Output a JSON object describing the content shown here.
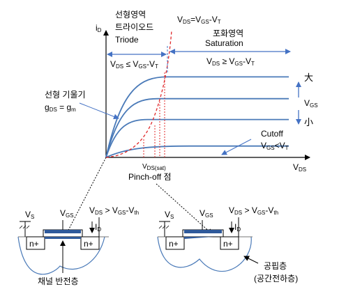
{
  "colors": {
    "curve": "#4a7ab8",
    "arrow": "#4472c4",
    "red_dashed": "#e0282a",
    "axis": "#000000",
    "gate_fill": "#2f5a9b",
    "substrate_line": "#4a7ab8"
  },
  "curve_levels": [
    0.85,
    0.62,
    0.4,
    0.12
  ],
  "labels": {
    "linear_region_kr": "선형영역",
    "triode_kr": "트라이오드",
    "triode_en": "Triode",
    "saturation_kr": "포화영역",
    "saturation_en": "Saturation",
    "vds_eq": {
      "v": "V",
      "ds": "DS",
      "eq": "=V",
      "gs": "GS",
      "tail": "-V",
      "t": "T"
    },
    "iD": {
      "i": "i",
      "d": "D"
    },
    "vds_le": {
      "v": "V",
      "ds": "DS",
      "op": " ≤ V",
      "gs": "GS",
      "tail": "-V",
      "t": "T"
    },
    "vds_ge": {
      "v": "V",
      "ds": "DS",
      "op": " ≥ V",
      "gs": "GS",
      "tail": "-V",
      "t": "T"
    },
    "big_char": "大",
    "small_char": "小",
    "vgs_side": {
      "v": "V",
      "gs": "GS"
    },
    "slope_kr": "선형 기울기",
    "gds_eq": {
      "g": "g",
      "ds": "DS",
      "eq": " = g",
      "m": "m"
    },
    "cutoff": "Cutoff",
    "cutoff_cond": {
      "v": "V",
      "gs": "GS",
      "op": "<V",
      "t": "T"
    },
    "vds_sat": {
      "v": "V",
      "sub": "DS(sat)"
    },
    "vds_axis": {
      "v": "V",
      "ds": "DS"
    },
    "pinch_off": "Pinch-off 점",
    "channel_inversion": "채널 반전층",
    "depletion": "공핍층",
    "depletion_sub": "(공간전하층)"
  },
  "device": {
    "vs": {
      "v": "V",
      "s": "S"
    },
    "vgs": {
      "v": "V",
      "gs": "GS"
    },
    "cond": {
      "v": "V",
      "ds": "DS",
      "op": " > V",
      "gs": "GS",
      "tail": "-V",
      "th": "th"
    },
    "id": {
      "i": "I",
      "d": "D"
    },
    "n_plus": "n+"
  }
}
